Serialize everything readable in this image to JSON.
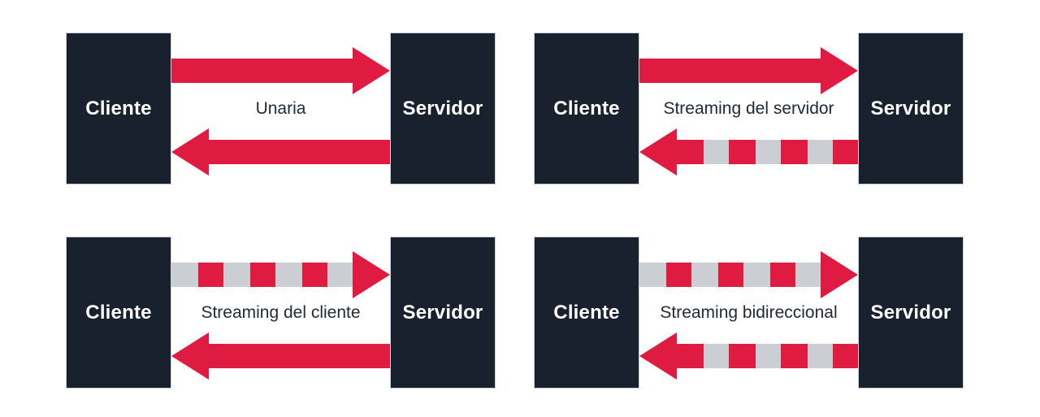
{
  "diagram": {
    "description": "gRPC RPC communication patterns between client and server",
    "colors": {
      "node_background": "#1a212e",
      "node_text": "#ffffff",
      "arrow_red": "#e01b41",
      "dash_gray": "#cbced3",
      "label_text": "#222937",
      "page_background": "#ffffff"
    },
    "panels": [
      {
        "id": "unary",
        "left_box": "Cliente",
        "right_box": "Servidor",
        "label": "Unaria",
        "request_arrow": {
          "direction": "right",
          "style": "solid"
        },
        "response_arrow": {
          "direction": "left",
          "style": "solid"
        }
      },
      {
        "id": "server-streaming",
        "left_box": "Cliente",
        "right_box": "Servidor",
        "label": "Streaming del servidor",
        "request_arrow": {
          "direction": "right",
          "style": "solid"
        },
        "response_arrow": {
          "direction": "left",
          "style": "dashed"
        }
      },
      {
        "id": "client-streaming",
        "left_box": "Cliente",
        "right_box": "Servidor",
        "label": "Streaming del cliente",
        "request_arrow": {
          "direction": "right",
          "style": "dashed"
        },
        "response_arrow": {
          "direction": "left",
          "style": "solid"
        }
      },
      {
        "id": "bidirectional-streaming",
        "left_box": "Cliente",
        "right_box": "Servidor",
        "label": "Streaming bidireccional",
        "request_arrow": {
          "direction": "right",
          "style": "dashed"
        },
        "response_arrow": {
          "direction": "left",
          "style": "dashed"
        }
      }
    ]
  }
}
